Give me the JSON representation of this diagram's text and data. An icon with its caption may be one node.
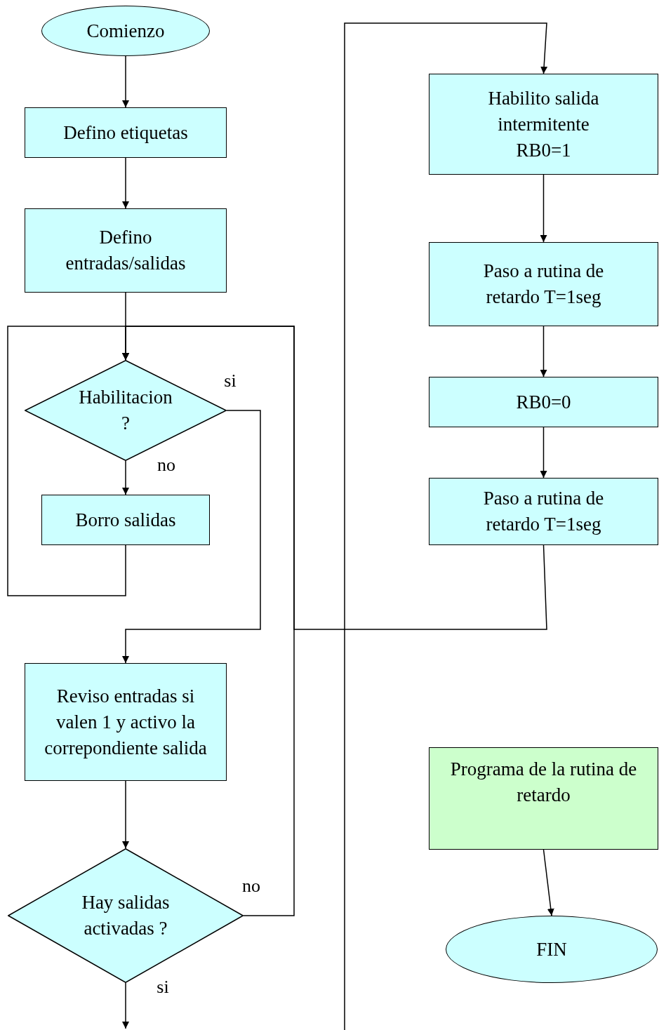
{
  "diagram": {
    "nodes": [
      {
        "text": [
          "Comienzo"
        ]
      },
      {
        "text": [
          "Defino etiquetas"
        ]
      },
      {
        "text": [
          "Defino entradas/salidas"
        ]
      },
      {
        "text": [
          "Habilitacion ?"
        ]
      },
      {
        "text": [
          "Borro salidas"
        ]
      },
      {
        "text": [
          "Reviso entradas si valen 1 y activo la correpondiente salida"
        ]
      },
      {
        "text": [
          "Hay salidas activadas ?"
        ]
      },
      {
        "text": [
          "Habilito salida intermitente RB0=1"
        ]
      },
      {
        "text": [
          "Paso a rutina de retardo T=1seg"
        ]
      },
      {
        "text": [
          "RB0=0"
        ]
      },
      {
        "text": [
          "Paso a rutina de retardo T=1seg"
        ]
      },
      {
        "text": [
          "Programa de la rutina de retardo"
        ]
      },
      {
        "text": [
          "FIN"
        ]
      }
    ],
    "edges": [
      {
        "from": 0,
        "to": 1,
        "arrow": "to"
      },
      {
        "from": 1,
        "to": 2,
        "arrow": "to"
      },
      {
        "from": 2,
        "to": 3,
        "arrow": "to"
      },
      {
        "from": 3,
        "to": 4,
        "arrow": "to",
        "label": "no"
      },
      {
        "from": 4,
        "to": 3,
        "arrow": "to"
      },
      {
        "from": 3,
        "to": 5,
        "arrow": "to",
        "label": "si"
      },
      {
        "from": 5,
        "to": 6,
        "arrow": "to"
      },
      {
        "from": 6,
        "to": 3,
        "arrow": "to",
        "label": "no"
      },
      {
        "from": 10,
        "to": 3,
        "arrow": "to"
      },
      {
        "from": 6,
        "to": null,
        "arrow": "to",
        "label": "si"
      },
      {
        "from": null,
        "to": 7,
        "arrow": "to"
      },
      {
        "from": 7,
        "to": 8,
        "arrow": "to"
      },
      {
        "from": 8,
        "to": 9,
        "arrow": "to"
      },
      {
        "from": 9,
        "to": 10,
        "arrow": "to"
      },
      {
        "from": 11,
        "to": 12,
        "arrow": "to"
      }
    ]
  }
}
